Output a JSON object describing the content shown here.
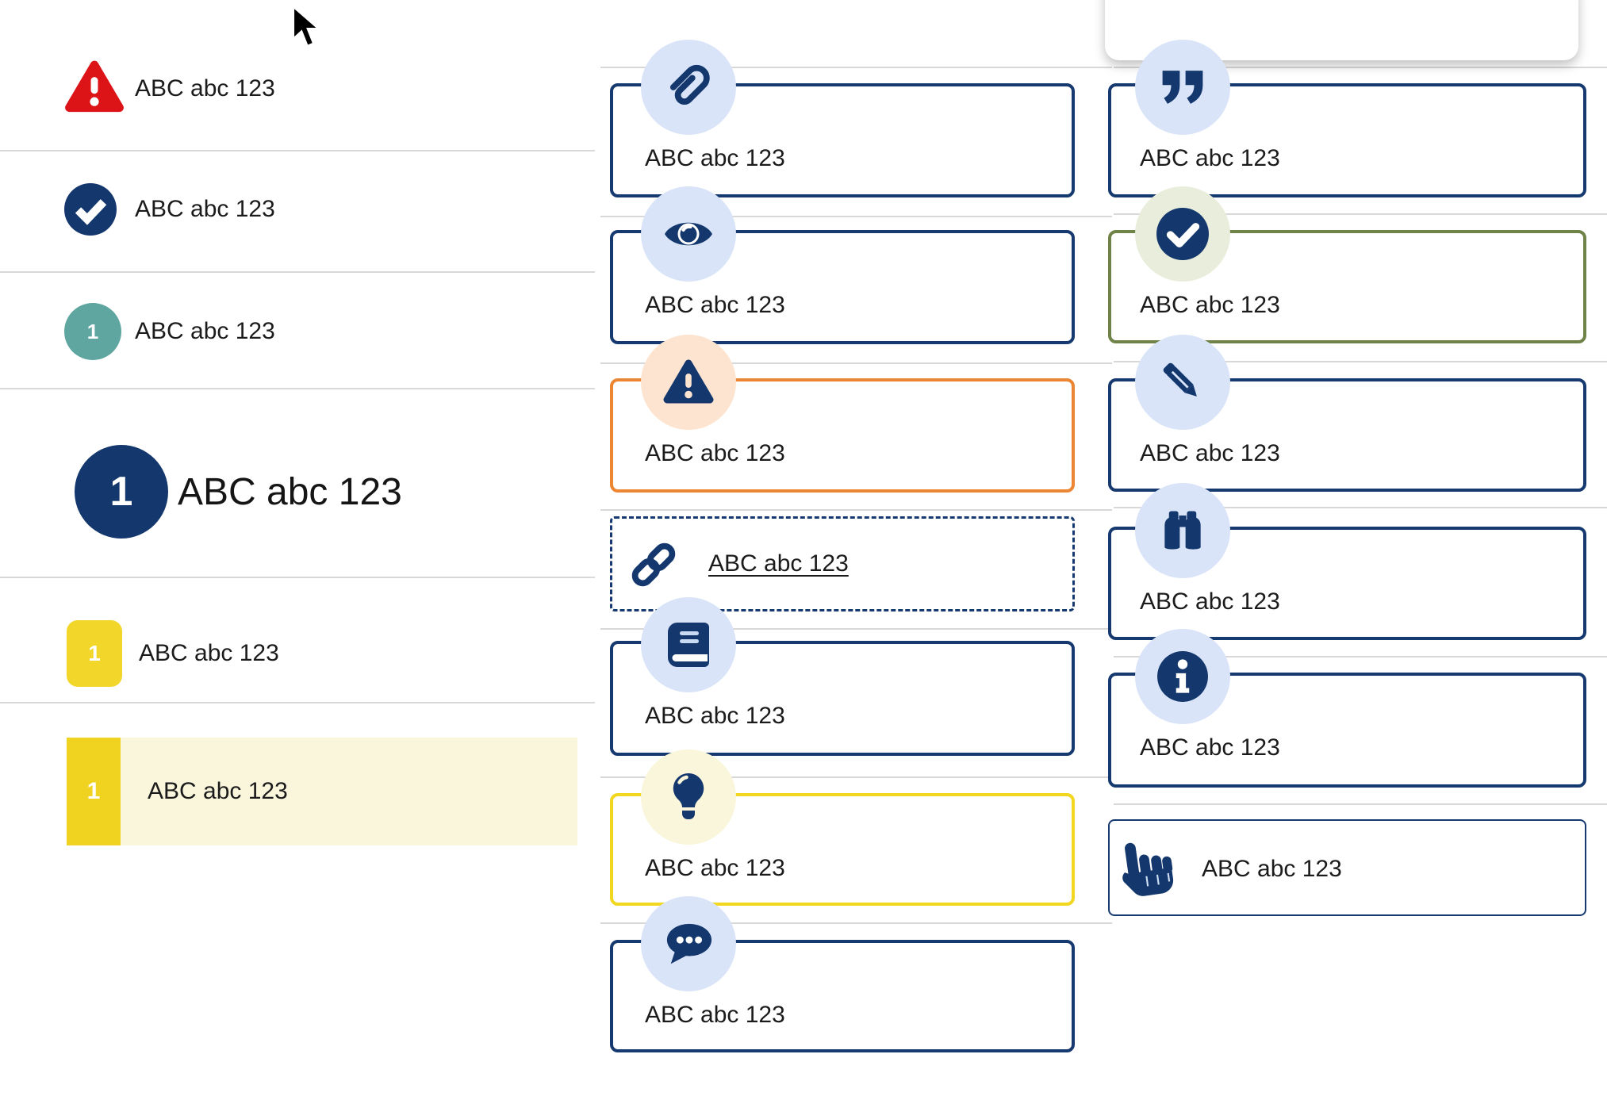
{
  "colors": {
    "navy": "#14386e",
    "red": "#dc1418",
    "teal": "#5fa5a0",
    "yellow_badge": "#f2d629",
    "yellow_border": "#f1d71f",
    "orange_border": "#ec8632",
    "olive_border": "#6f8247",
    "light_blue_circle": "#d9e4f8",
    "peach_circle": "#fce4d0",
    "pale_yellow": "#faf6dc",
    "pale_green": "#e9eddb",
    "divider_gray": "#d8d8d8",
    "text": "#1b1b1b"
  },
  "left_list": {
    "items": [
      {
        "icon": "warning-triangle-icon",
        "label": "ABC abc 123"
      },
      {
        "icon": "check-circle-icon",
        "label": "ABC abc 123"
      },
      {
        "badge": "1",
        "label": "ABC abc 123",
        "badge_style": "teal-circle"
      },
      {
        "badge": "1",
        "label": "ABC abc 123",
        "badge_style": "navy-circle-large",
        "variant": "heading"
      },
      {
        "badge": "1",
        "label": "ABC abc 123",
        "badge_style": "yellow-rounded-square"
      },
      {
        "badge": "1",
        "label": "ABC abc 123",
        "badge_style": "yellow-bar",
        "highlighted": true
      }
    ]
  },
  "middle_callouts": {
    "items": [
      {
        "icon": "paperclip-icon",
        "label": "ABC abc 123",
        "border": "navy",
        "icon_bg": "light-blue"
      },
      {
        "icon": "eye-icon",
        "label": "ABC abc 123",
        "border": "navy",
        "icon_bg": "light-blue"
      },
      {
        "icon": "warning-triangle-icon",
        "label": "ABC abc 123",
        "border": "orange",
        "icon_bg": "peach"
      },
      {
        "icon": "link-icon",
        "label": "ABC abc 123",
        "border": "navy-dashed",
        "link": true
      },
      {
        "icon": "book-icon",
        "label": "ABC abc 123",
        "border": "navy",
        "icon_bg": "light-blue"
      },
      {
        "icon": "lightbulb-icon",
        "label": "ABC abc 123",
        "border": "yellow",
        "icon_bg": "pale-yellow"
      },
      {
        "icon": "speech-bubble-icon",
        "label": "ABC abc 123",
        "border": "navy",
        "icon_bg": "light-blue"
      }
    ]
  },
  "right_callouts": {
    "items": [
      {
        "icon": "quote-icon",
        "label": "ABC abc 123",
        "border": "navy",
        "icon_bg": "light-blue"
      },
      {
        "icon": "check-circle-icon",
        "label": "ABC abc 123",
        "border": "olive",
        "icon_bg": "pale-green"
      },
      {
        "icon": "pencil-icon",
        "label": "ABC abc 123",
        "border": "navy",
        "icon_bg": "light-blue"
      },
      {
        "icon": "binoculars-icon",
        "label": "ABC abc 123",
        "border": "navy",
        "icon_bg": "light-blue"
      },
      {
        "icon": "info-circle-icon",
        "label": "ABC abc 123",
        "border": "navy",
        "icon_bg": "light-blue"
      },
      {
        "icon": "hand-pointer-icon",
        "label": "ABC abc 123",
        "border": "navy-thin"
      }
    ]
  }
}
